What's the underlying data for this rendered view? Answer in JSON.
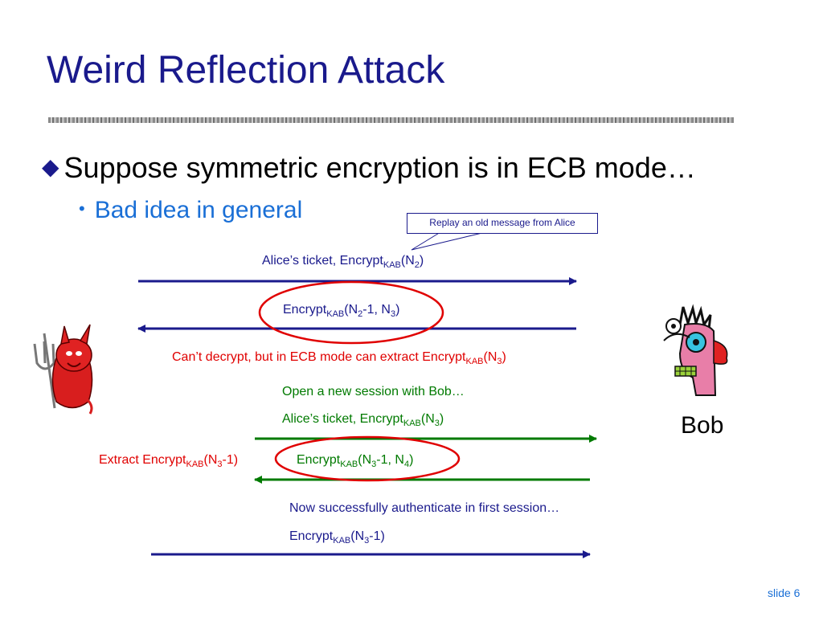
{
  "title": "Weird Reflection Attack",
  "bullet_main": "Suppose symmetric encryption is in ECB mode…",
  "bullet_sub": "Bad idea in general",
  "callout": "Replay an old message from Alice",
  "messages": {
    "m1": {
      "pre": "Alice’s ticket, Encrypt",
      "sub": "KAB",
      "mid": "(N",
      "sub2": "2",
      "post": ")"
    },
    "m2": {
      "pre": "Encrypt",
      "sub": "KAB",
      "mid": "(N",
      "sub2": "2",
      "mid2": "-1, N",
      "sub3": "3",
      "post": ")"
    },
    "m3": {
      "pre": "Can’t decrypt, but in ECB mode can extract Encrypt",
      "sub": "KAB",
      "mid": "(N",
      "sub2": "3",
      "post": ")"
    },
    "m4": "Open a new session with Bob…",
    "m5": {
      "pre": "Alice’s ticket, Encrypt",
      "sub": "KAB",
      "mid": "(N",
      "sub2": "3",
      "post": ")"
    },
    "m6": {
      "pre": "Extract Encrypt",
      "sub": "KAB",
      "mid": "(N",
      "sub2": "3",
      "post": "-1)"
    },
    "m7": {
      "pre": "Encrypt",
      "sub": "KAB",
      "mid": "(N",
      "sub2": "3",
      "mid2": "-1, N",
      "sub3": "4",
      "post": ")"
    },
    "m8": "Now successfully authenticate in first session…",
    "m9": {
      "pre": "Encrypt",
      "sub": "KAB",
      "mid": "(N",
      "sub2": "3",
      "post": "-1)"
    }
  },
  "bob_label": "Bob",
  "slide_number": "slide 6",
  "colors": {
    "navy": "#1a1a8c",
    "red": "#e00000",
    "green": "#007a00",
    "link_blue": "#1a6fd6"
  },
  "icons": [
    "devil-icon",
    "bob-face-icon"
  ]
}
